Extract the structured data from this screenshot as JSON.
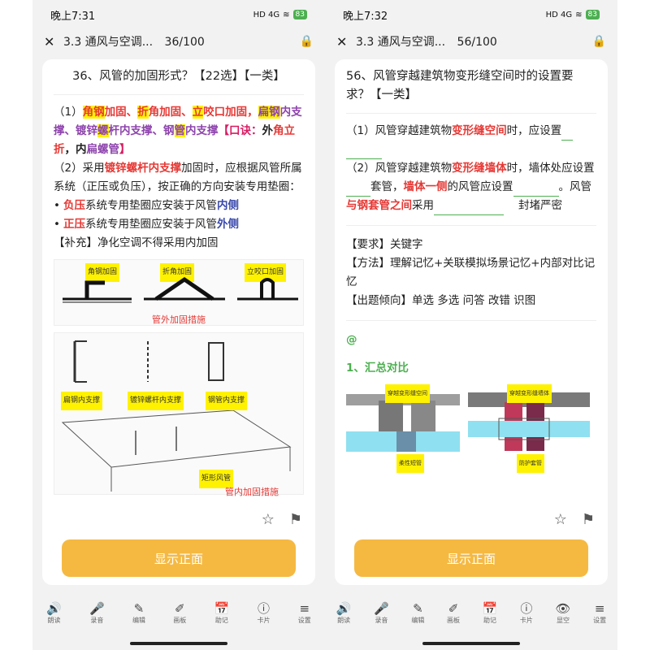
{
  "left": {
    "status": {
      "time": "晚上7:31",
      "signal": "HD 4G",
      "battery": "83"
    },
    "header": {
      "title": "3.3 通风与空调...",
      "progress": "36/100"
    },
    "question": "36、风管的加固形式？【22选】【一类】",
    "p1": {
      "prefix": "（1）",
      "a1": "角钢",
      "a2": "加固、",
      "a3": "折",
      "a4": "角加固、",
      "a5": "立",
      "a6": "咬口加固，",
      "a7": "扁钢",
      "a8": "内支撑、",
      "a9": "镀锌",
      "a10": "螺",
      "a11": "杆内支撑、",
      "a12": "钢",
      "a13": "管",
      "a14": "内支撑",
      "mnemonic_label": "【口诀：",
      "m1": "外",
      "m2": "角立折",
      "m3": "，内",
      "m4": "扁螺管",
      "m5": "】"
    },
    "p2": {
      "prefix": "（2）采用",
      "red": "镀锌螺杆内支撑",
      "rest": "加固时，应根据风管所属系统（正压或负压），按正确的方向安装专用垫圈："
    },
    "b1": {
      "red": "负压",
      "mid": "系统专用垫圈应安装于风管",
      "blue": "内侧"
    },
    "b2": {
      "red": "正压",
      "mid": "系统专用垫圈应安装于风管",
      "blue": "外侧"
    },
    "supplement": "【补充】净化空调不得采用内加固",
    "fig1": {
      "l1": "角钢加固",
      "l2": "折角加固",
      "l3": "立咬口加固",
      "caption": "管外加固措施"
    },
    "fig2": {
      "l1": "扁钢内支撑",
      "l2": "镀锌螺杆内支撑",
      "l3": "钢管内支撑",
      "l4": "矩形风管",
      "caption": "管内加固措施"
    },
    "button": "显示正面"
  },
  "right": {
    "status": {
      "time": "晚上7:32",
      "signal": "HD 4G",
      "battery": "83"
    },
    "header": {
      "title": "3.3 通风与空调...",
      "progress": "56/100"
    },
    "question": "56、风管穿越建筑物变形缝空间时的设置要求？【一类】",
    "q1": {
      "a": "（1）风管穿越建筑物",
      "red": "变形缝空间",
      "b": "时，应设置"
    },
    "q2": {
      "a": "（2）风管穿越建筑物",
      "red": "变形缝墙体",
      "b": "时，墙体处应设置",
      "c": "套管，",
      "red2": "墙体一侧",
      "d": "的风管应设置",
      "e": "。风管",
      "red3": "与钢套管之间",
      "f": "采用",
      "g": "封堵严密"
    },
    "req": "【要求】关键字",
    "method": "【方法】理解记忆+关联模拟场景记忆+内部对比记忆",
    "trend": "【出题倾向】单选 多选 问答 改错 识图",
    "at": "@",
    "summary": "1、汇总对比",
    "img": {
      "l1": "穿越变形缝空间",
      "l2": "穿越变形缝墙体",
      "l3": "柔性短管",
      "l4": "防护套管"
    },
    "button": "显示正面"
  },
  "toolbar_left": [
    "朗读",
    "录音",
    "编辑",
    "画板",
    "助记",
    "卡片",
    "设置"
  ],
  "toolbar_right": [
    "朗读",
    "录音",
    "编辑",
    "画板",
    "助记",
    "卡片",
    "显空",
    "设置"
  ],
  "colors": {
    "accent": "#f5b942",
    "green": "#4caf50",
    "red": "#e53935",
    "purple": "#8e44ad",
    "blue": "#3949ab",
    "highlight": "#fff200"
  }
}
